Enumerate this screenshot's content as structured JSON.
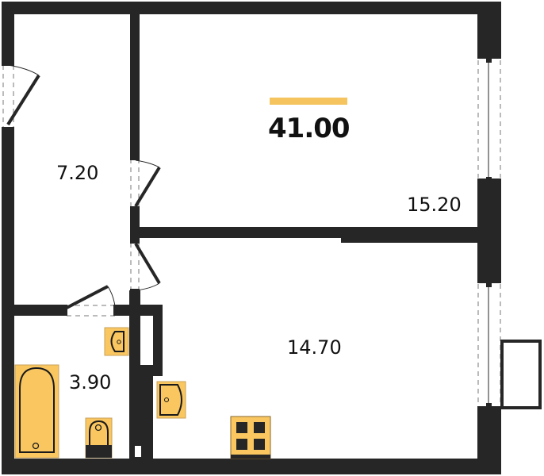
{
  "plan": {
    "total_area": "41.00",
    "colors": {
      "wall": "#262626",
      "fixture_fill": "#f9c660",
      "accent_bar": "#f5c45e",
      "background": "#ffffff"
    },
    "rooms": [
      {
        "id": "hallway",
        "area": "7.20"
      },
      {
        "id": "bedroom",
        "area": "15.20"
      },
      {
        "id": "kitchen-living",
        "area": "14.70"
      },
      {
        "id": "bathroom",
        "area": "3.90"
      }
    ],
    "fixtures": [
      {
        "type": "bathtub-icon",
        "room": "bathroom"
      },
      {
        "type": "toilet-icon",
        "room": "bathroom"
      },
      {
        "type": "sink-icon",
        "room": "bathroom"
      },
      {
        "type": "sink-icon",
        "room": "kitchen-living"
      },
      {
        "type": "stove-icon",
        "room": "kitchen-living"
      }
    ],
    "openings": [
      {
        "type": "entrance-door",
        "room": "hallway"
      },
      {
        "type": "door",
        "room": "bedroom"
      },
      {
        "type": "door",
        "room": "kitchen-living"
      },
      {
        "type": "door",
        "room": "bathroom"
      },
      {
        "type": "window",
        "room": "bedroom"
      },
      {
        "type": "window",
        "room": "kitchen-living"
      },
      {
        "type": "balcony",
        "room": "kitchen-living"
      }
    ]
  }
}
